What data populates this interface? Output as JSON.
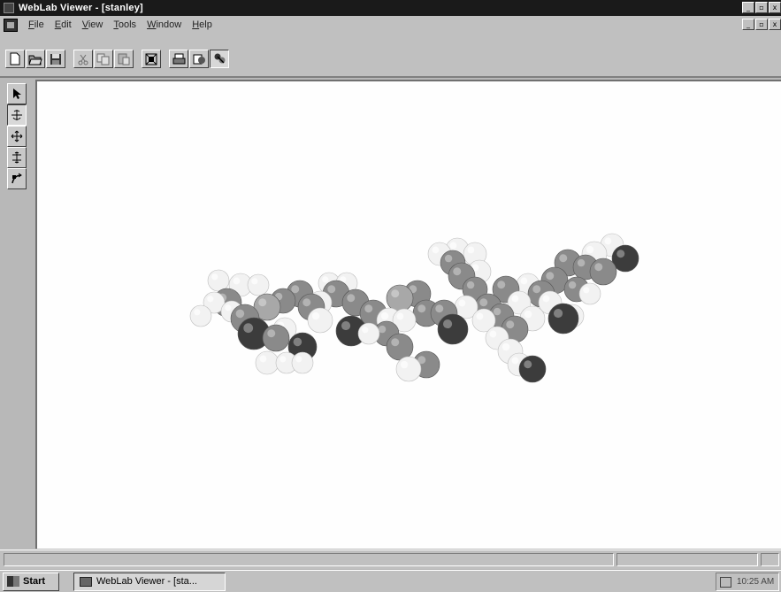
{
  "window": {
    "title": "WebLab Viewer - [stanley]"
  },
  "menu": {
    "items": [
      {
        "hot": "F",
        "rest": "ile"
      },
      {
        "hot": "E",
        "rest": "dit"
      },
      {
        "hot": "V",
        "rest": "iew"
      },
      {
        "hot": "T",
        "rest": "ools"
      },
      {
        "hot": "W",
        "rest": "indow"
      },
      {
        "hot": "H",
        "rest": "elp"
      }
    ]
  },
  "toolbar": {
    "buttons": [
      "new-icon",
      "open-icon",
      "save-icon",
      "cut-icon",
      "copy-icon",
      "paste-icon",
      "fit-to-window-icon",
      "print-icon",
      "copy-image-icon",
      "display-style-icon"
    ]
  },
  "palette": {
    "tools": [
      "select-arrow-icon",
      "rotate-icon",
      "translate-icon",
      "zoom-icon",
      "z-rotate-icon"
    ],
    "active": "rotate-icon"
  },
  "taskbar": {
    "start_label": "Start",
    "task_label": "WebLab Viewer - [sta...",
    "clock": "10:25 AM"
  },
  "molecule": {
    "description_colors": {
      "carbon": "#8a8a8a",
      "hydrogen": "#f2f2f2",
      "oxygen": "#3c3c3c",
      "nitrogen": "#a8a8a8"
    }
  }
}
